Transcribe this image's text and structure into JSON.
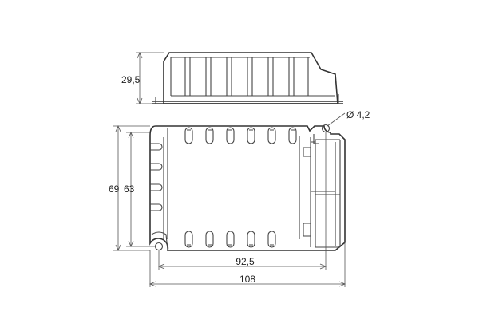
{
  "dimensions": {
    "height_side": "29,5",
    "hole_diameter": "Ø 4,2",
    "outer_height": "69",
    "inner_height": "63",
    "hole_spacing": "92,5",
    "outer_width": "108"
  }
}
